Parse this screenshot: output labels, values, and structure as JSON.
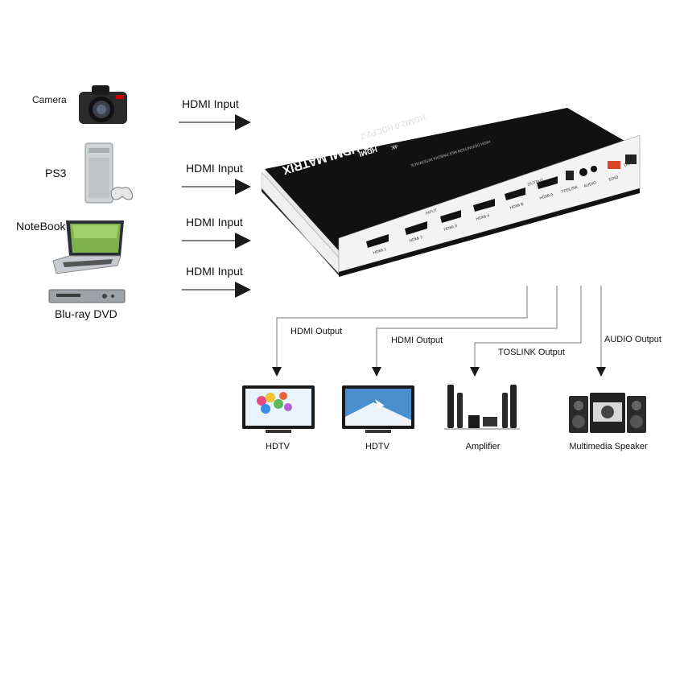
{
  "sources": [
    {
      "label": "Camera",
      "icon": "camera-icon"
    },
    {
      "label": "PS3",
      "icon": "game-console-icon"
    },
    {
      "label": "NoteBook",
      "icon": "laptop-icon"
    },
    {
      "label": "Blu-ray DVD",
      "icon": "dvd-player-icon"
    }
  ],
  "input_arrow_label": "HDMI Input",
  "device": {
    "brand": "HDMI",
    "badge": "4K",
    "title": "4X2 HDMI MATRIX",
    "spec": "HDMI2.0 HDCP2.2",
    "subtitle": "HIGH DEFINITION MULTIMEDIA INTERFACE",
    "group_input": "INPUT",
    "group_output": "OUTPUT",
    "inputs": [
      "HDMI 1",
      "HDMI 2",
      "HDMI 3",
      "HDMI 4"
    ],
    "outputs": [
      "HDMI B",
      "HDMI A"
    ],
    "toslink": "TOSLINK",
    "audio": "AUDIO",
    "edid": "EDID",
    "dc": "DC 5V"
  },
  "outputs": [
    {
      "line_label": "HDMI Output",
      "device": "HDTV",
      "icon": "hdtv-icon"
    },
    {
      "line_label": "HDMI Output",
      "device": "HDTV",
      "icon": "hdtv-icon"
    },
    {
      "line_label": "TOSLINK Output",
      "device": "Amplifier",
      "icon": "amplifier-icon"
    },
    {
      "line_label": "AUDIO Output",
      "device": "Multimedia Speaker",
      "icon": "speaker-icon"
    }
  ],
  "colors": {
    "device_body": "#111111",
    "device_front": "#f4f4f4",
    "arrow": "#333333"
  }
}
